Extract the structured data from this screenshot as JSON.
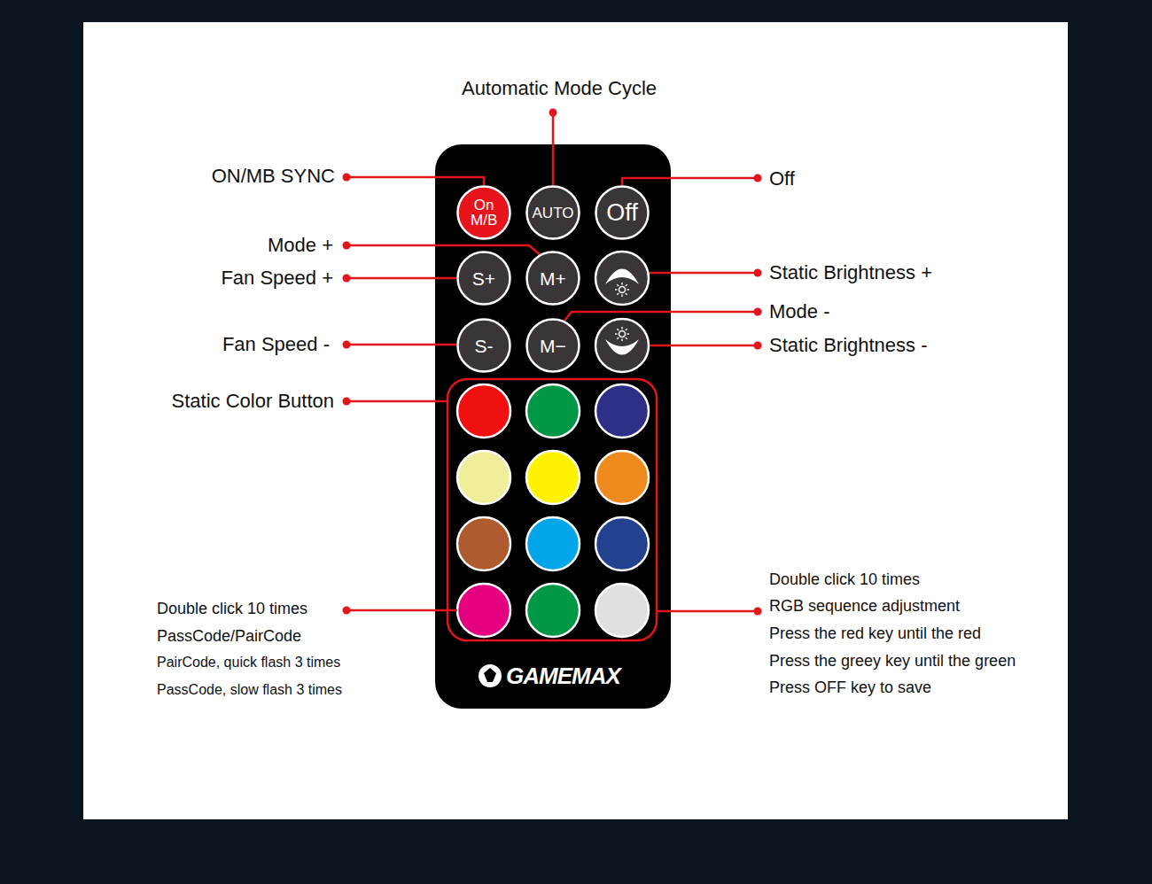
{
  "diagram": {
    "nodes": [
      {
        "text": [
          "On M/B"
        ]
      },
      {
        "text": [
          "AUTO"
        ]
      },
      {
        "text": [
          "Off"
        ]
      },
      {
        "text": [
          "S+"
        ]
      },
      {
        "text": [
          "M+"
        ]
      },
      {
        "text": [
          "S-"
        ]
      },
      {
        "text": [
          "M−"
        ]
      }
    ],
    "labels": [
      "Automatic Mode Cycle",
      "ON/MB SYNC",
      "Off",
      "Mode +",
      "Fan Speed +",
      "Static Brightness +",
      "Mode -",
      "Fan Speed -",
      "Static Brightness -",
      "Static Color Button",
      "Double click 10 times",
      "PassCode/PairCode",
      "PairCode, quick flash 3 times",
      "PassCode, slow flash 3 times",
      "Double click 10 times",
      "RGB sequence adjustment",
      "Press the red key until the red",
      "Press the greey key until the green",
      "Press OFF key to save",
      "GAMEMAX"
    ]
  }
}
